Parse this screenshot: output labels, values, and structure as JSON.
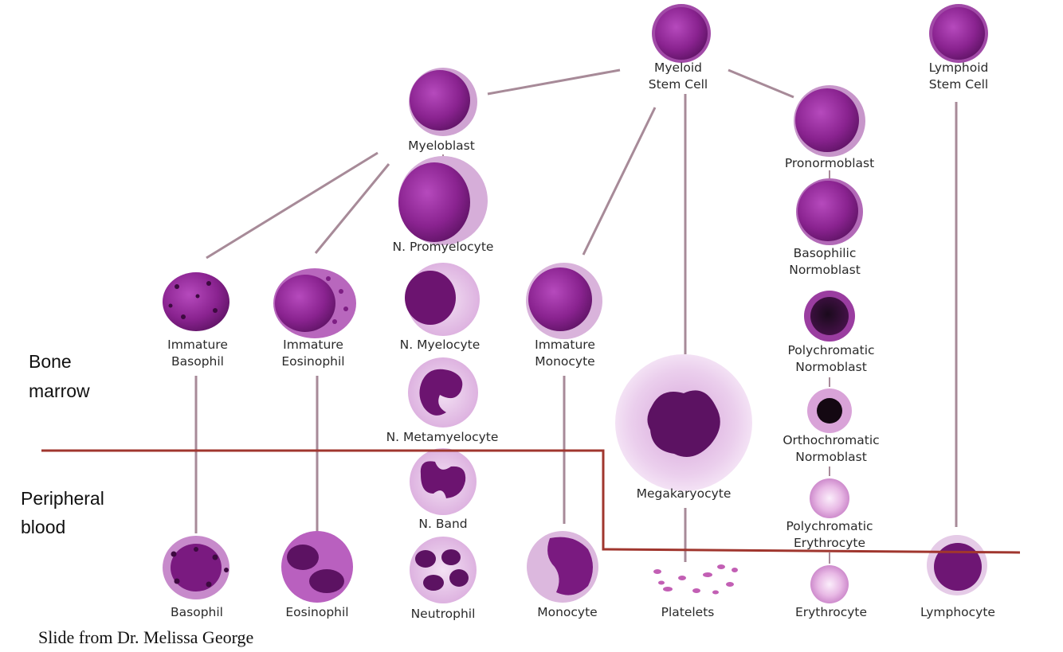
{
  "colors": {
    "cell_dark": "#6e1674",
    "cell_mid": "#a23aa9",
    "cell_light": "#c98acd",
    "cytoplasm": "#e7c8e9",
    "connector": "#a78a98",
    "divider": "#a0362e"
  },
  "region_labels": {
    "bone_marrow": [
      "Bone",
      "marrow"
    ],
    "peripheral_blood": [
      "Peripheral",
      "blood"
    ]
  },
  "credit": "Slide from Dr. Melissa George",
  "cells": {
    "myeloid_stem": [
      "Myeloid",
      "Stem Cell"
    ],
    "lymphoid_stem": [
      "Lymphoid",
      "Stem Cell"
    ],
    "myeloblast": [
      "Myeloblast"
    ],
    "pronormoblast": [
      "Pronormoblast"
    ],
    "n_promyelocyte": [
      "N. Promyelocyte"
    ],
    "basophilic_normoblast": [
      "Basophilic",
      "Normoblast"
    ],
    "immature_basophil": [
      "Immature",
      "Basophil"
    ],
    "immature_eosinophil": [
      "Immature",
      "Eosinophil"
    ],
    "n_myelocyte": [
      "N. Myelocyte"
    ],
    "immature_monocyte": [
      "Immature",
      "Monocyte"
    ],
    "polychromatic_normoblast": [
      "Polychromatic",
      "Normoblast"
    ],
    "n_metamyelocyte": [
      "N. Metamyelocyte"
    ],
    "orthochromatic_normoblast": [
      "Orthochromatic",
      "Normoblast"
    ],
    "megakaryocyte": [
      "Megakaryocyte"
    ],
    "n_band": [
      "N. Band"
    ],
    "polychromatic_erythrocyte": [
      "Polychromatic",
      "Erythrocyte"
    ],
    "basophil": [
      "Basophil"
    ],
    "eosinophil": [
      "Eosinophil"
    ],
    "neutrophil": [
      "Neutrophil"
    ],
    "monocyte": [
      "Monocyte"
    ],
    "platelets": [
      "Platelets"
    ],
    "erythrocyte": [
      "Erythrocyte"
    ],
    "lymphocyte": [
      "Lymphocyte"
    ]
  }
}
